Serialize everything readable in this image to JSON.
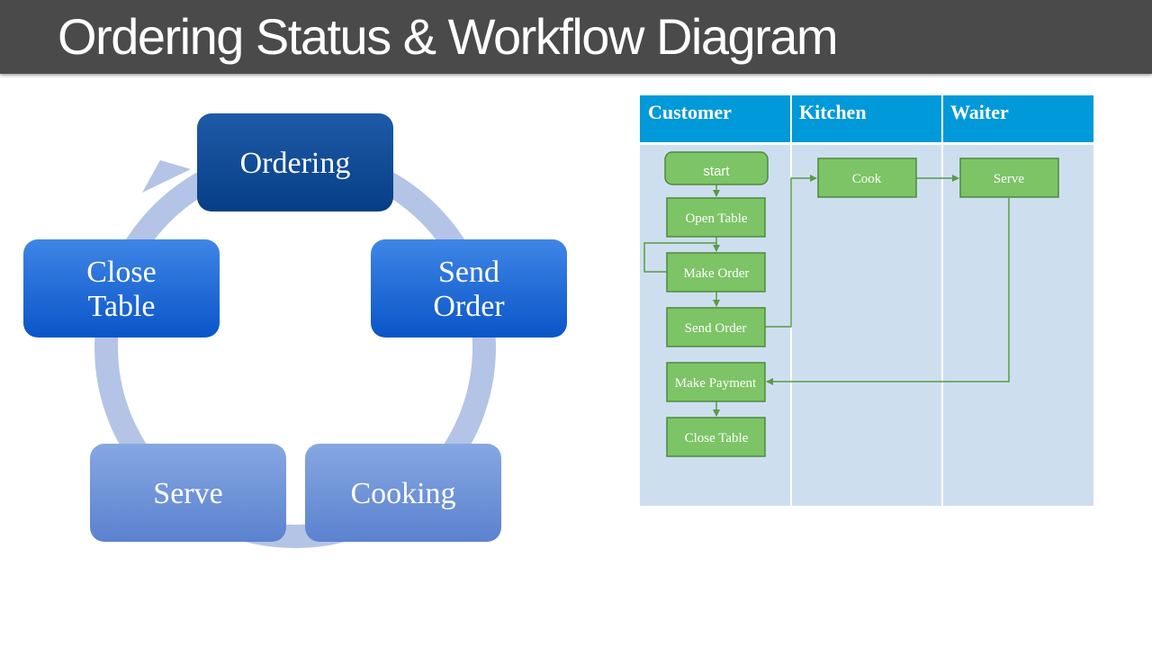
{
  "title": "Ordering Status & Workflow Diagram",
  "cycle": {
    "steps": [
      {
        "id": "ordering",
        "lines": [
          "Ordering"
        ]
      },
      {
        "id": "send-order",
        "lines": [
          "Send",
          "Order"
        ]
      },
      {
        "id": "cooking",
        "lines": [
          "Cooking"
        ]
      },
      {
        "id": "serve",
        "lines": [
          "Serve"
        ]
      },
      {
        "id": "close-table",
        "lines": [
          "Close",
          "Table"
        ]
      }
    ]
  },
  "swimlane": {
    "lanes": [
      "Customer",
      "Kitchen",
      "Waiter"
    ],
    "nodes": {
      "start": "start",
      "open_table": "Open Table",
      "make_order": "Make Order",
      "send_order": "Send Order",
      "make_payment": "Make Payment",
      "close_table": "Close Table",
      "cook": "Cook",
      "serve": "Serve"
    }
  },
  "colors": {
    "title_bar": "#4a4a4a",
    "lane_header": "#0099d9",
    "lane_body": "#cddfef",
    "flow_box": "#7cc466",
    "flow_border": "#4f8a3d",
    "flow_line": "#5a9a44",
    "cycle_ring": "#b3c4e6"
  }
}
